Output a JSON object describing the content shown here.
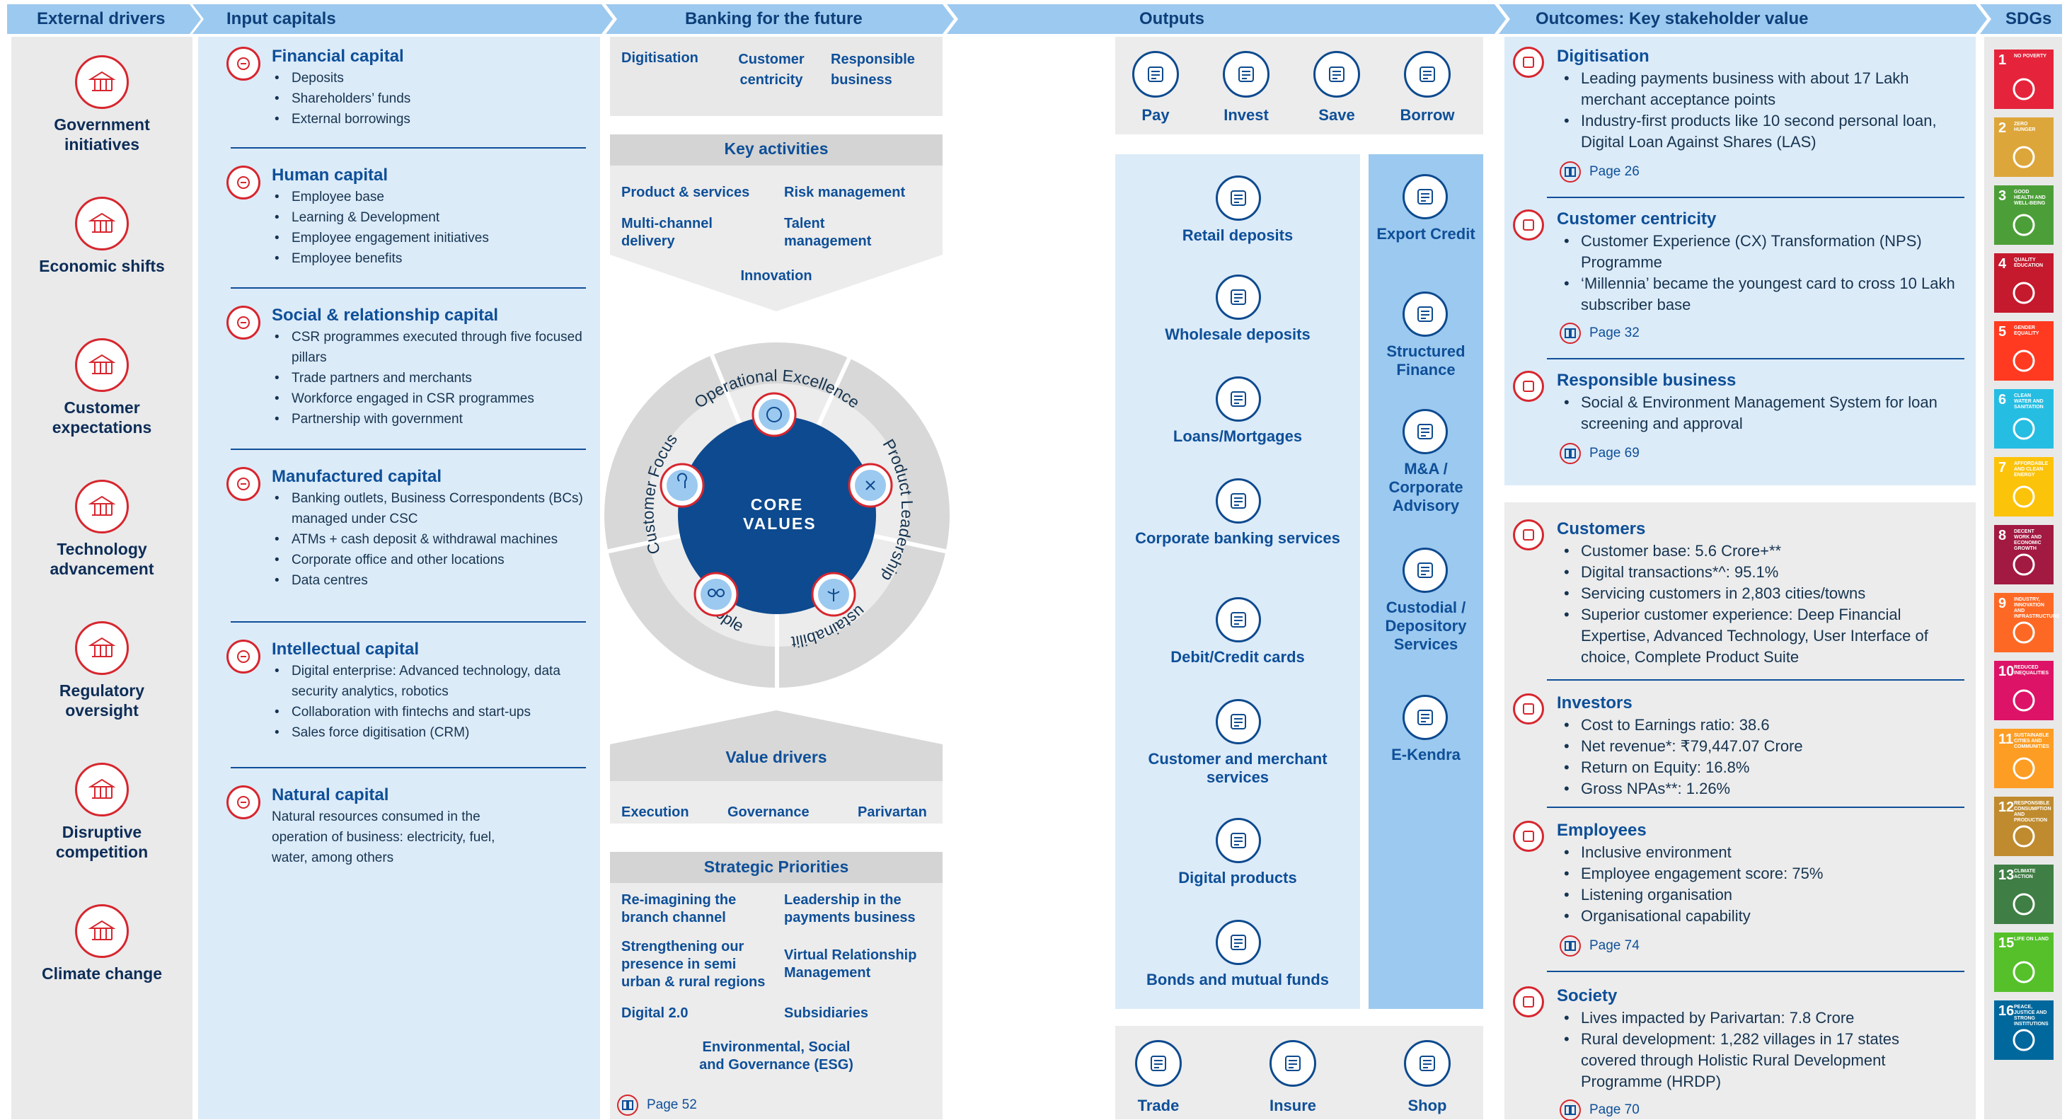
{
  "headers": {
    "external": "External drivers",
    "input": "Input capitals",
    "banking": "Banking for the future",
    "outputs": "Outputs",
    "outcomes": "Outcomes: Key stakeholder value",
    "sdgs": "SDGs"
  },
  "external": [
    {
      "label": "Government initiatives",
      "icon": "government-building-icon"
    },
    {
      "label": "Economic shifts",
      "icon": "rising-chart-icon"
    },
    {
      "label": "Customer expectations",
      "icon": "customers-icon"
    },
    {
      "label": "Technology advancement",
      "icon": "touch-hand-icon"
    },
    {
      "label": "Regulatory oversight",
      "icon": "document-check-icon"
    },
    {
      "label": "Disruptive competition",
      "icon": "mobile-payment-icon"
    },
    {
      "label": "Climate change",
      "icon": "cloud-leaf-icon"
    }
  ],
  "capitals": [
    {
      "title": "Financial capital",
      "items": [
        "Deposits",
        "Shareholders’ funds",
        "External borrowings"
      ]
    },
    {
      "title": "Human capital",
      "items": [
        "Employee base",
        "Learning & Development",
        "Employee engagement initiatives",
        "Employee benefits"
      ]
    },
    {
      "title": "Social & relationship capital",
      "items": [
        "CSR programmes executed through five focused pillars",
        "Trade partners and merchants",
        "Workforce engaged in CSR programmes",
        "Partnership with government"
      ]
    },
    {
      "title": "Manufactured capital",
      "items": [
        "Banking outlets, Business Correspondents (BCs) managed under CSC",
        "ATMs + cash deposit & withdrawal machines",
        "Corporate office and other locations",
        "Data centres"
      ]
    },
    {
      "title": "Intellectual capital",
      "items": [
        "Digital enterprise: Advanced technology, data security analytics, robotics",
        "Collaboration with fintechs and start-ups",
        "Sales force digitisation (CRM)"
      ]
    },
    {
      "title": "Natural capital",
      "text": "Natural resources consumed in the operation of business: electricity, fuel, water, among others"
    }
  ],
  "banking": {
    "themes": [
      "Digitisation",
      "Customer centricity",
      "Responsible business"
    ],
    "key_activities_title": "Key activities",
    "key_activities": [
      "Product & services",
      "Risk management",
      "Multi-channel delivery",
      "Talent management",
      "Innovation"
    ],
    "core_values": "CORE VALUES",
    "wheel": [
      "Operational Excellence",
      "Product Leadership",
      "Sustainability",
      "People",
      "Customer Focus"
    ],
    "value_drivers_title": "Value drivers",
    "value_drivers": [
      "Execution",
      "Governance",
      "Parivartan"
    ],
    "strategic_title": "Strategic Priorities",
    "strategic": [
      "Re-imagining the branch channel",
      "Leadership in the payments business",
      "Strengthening our presence in semi urban & rural regions",
      "Virtual Relationship Management",
      "Digital 2.0",
      "Subsidiaries",
      "Environmental, Social and Governance (ESG)"
    ],
    "page": "Page 52"
  },
  "outputs": {
    "top": [
      "Pay",
      "Invest",
      "Save",
      "Borrow"
    ],
    "left": [
      "Retail deposits",
      "Wholesale deposits",
      "Loans/Mortgages",
      "Corporate banking services",
      "Debit/Credit cards",
      "Customer and merchant services",
      "Digital products",
      "Bonds and mutual funds"
    ],
    "right": [
      "Export Credit",
      "Structured Finance",
      "M&A / Corporate Advisory",
      "Custodial / Depository Services",
      "E-Kendra"
    ],
    "bottom": [
      "Trade",
      "Insure",
      "Shop"
    ]
  },
  "outcomes": {
    "themes": [
      {
        "title": "Digitisation",
        "items": [
          "Leading payments business with about 17 Lakh merchant acceptance points",
          "Industry-first products like 10 second personal loan, Digital Loan Against Shares (LAS)"
        ],
        "page": "Page 26"
      },
      {
        "title": "Customer centricity",
        "items": [
          "Customer Experience (CX) Transformation (NPS) Programme",
          "‘Millennia’ became the youngest card to cross 10 Lakh subscriber base"
        ],
        "page": "Page 32"
      },
      {
        "title": "Responsible business",
        "items": [
          "Social & Environment Management System for loan screening and approval"
        ],
        "page": "Page 69"
      }
    ],
    "stakeholders": [
      {
        "title": "Customers",
        "items": [
          "Customer base: 5.6 Crore+**",
          "Digital transactions*^: 95.1%",
          "Servicing customers in 2,803 cities/towns",
          "Superior customer experience: Deep Financial Expertise, Advanced Technology, User Interface of choice, Complete Product Suite"
        ],
        "page": ""
      },
      {
        "title": "Investors",
        "items": [
          "Cost to Earnings ratio: 38.6",
          "Net revenue*: ₹79,447.07 Crore",
          "Return on Equity: 16.8%",
          "Gross NPAs**: 1.26%"
        ],
        "page": ""
      },
      {
        "title": "Employees",
        "items": [
          "Inclusive environment",
          "Employee engagement score: 75%",
          "Listening organisation",
          "Organisational capability"
        ],
        "page": "Page 74"
      },
      {
        "title": "Society",
        "items": [
          "Lives impacted by Parivartan: 7.8 Crore",
          "Rural development: 1,282 villages in 17 states covered through Holistic Rural Development Programme (HRDP)"
        ],
        "page": "Page 70"
      }
    ]
  },
  "sdgs": [
    {
      "n": "1",
      "t": "No poverty",
      "color": "#e5243b"
    },
    {
      "n": "2",
      "t": "Zero hunger",
      "color": "#dda63a"
    },
    {
      "n": "3",
      "t": "Good health and well-being",
      "color": "#4c9f38"
    },
    {
      "n": "4",
      "t": "Quality education",
      "color": "#c5192d"
    },
    {
      "n": "5",
      "t": "Gender equality",
      "color": "#ff3a21"
    },
    {
      "n": "6",
      "t": "Clean water and sanitation",
      "color": "#26bde2"
    },
    {
      "n": "7",
      "t": "Affordable and clean energy",
      "color": "#fcc30b"
    },
    {
      "n": "8",
      "t": "Decent work and economic growth",
      "color": "#a21942"
    },
    {
      "n": "9",
      "t": "Industry, innovation and infrastructure",
      "color": "#fd6925"
    },
    {
      "n": "10",
      "t": "Reduced inequalities",
      "color": "#dd1367"
    },
    {
      "n": "11",
      "t": "Sustainable cities and communities",
      "color": "#fd9d24"
    },
    {
      "n": "12",
      "t": "Responsible consumption and production",
      "color": "#bf8b2e"
    },
    {
      "n": "13",
      "t": "Climate action",
      "color": "#3f7e44"
    },
    {
      "n": "15",
      "t": "Life on land",
      "color": "#56c02b"
    },
    {
      "n": "16",
      "t": "Peace, justice and strong institutions",
      "color": "#00689d"
    }
  ]
}
